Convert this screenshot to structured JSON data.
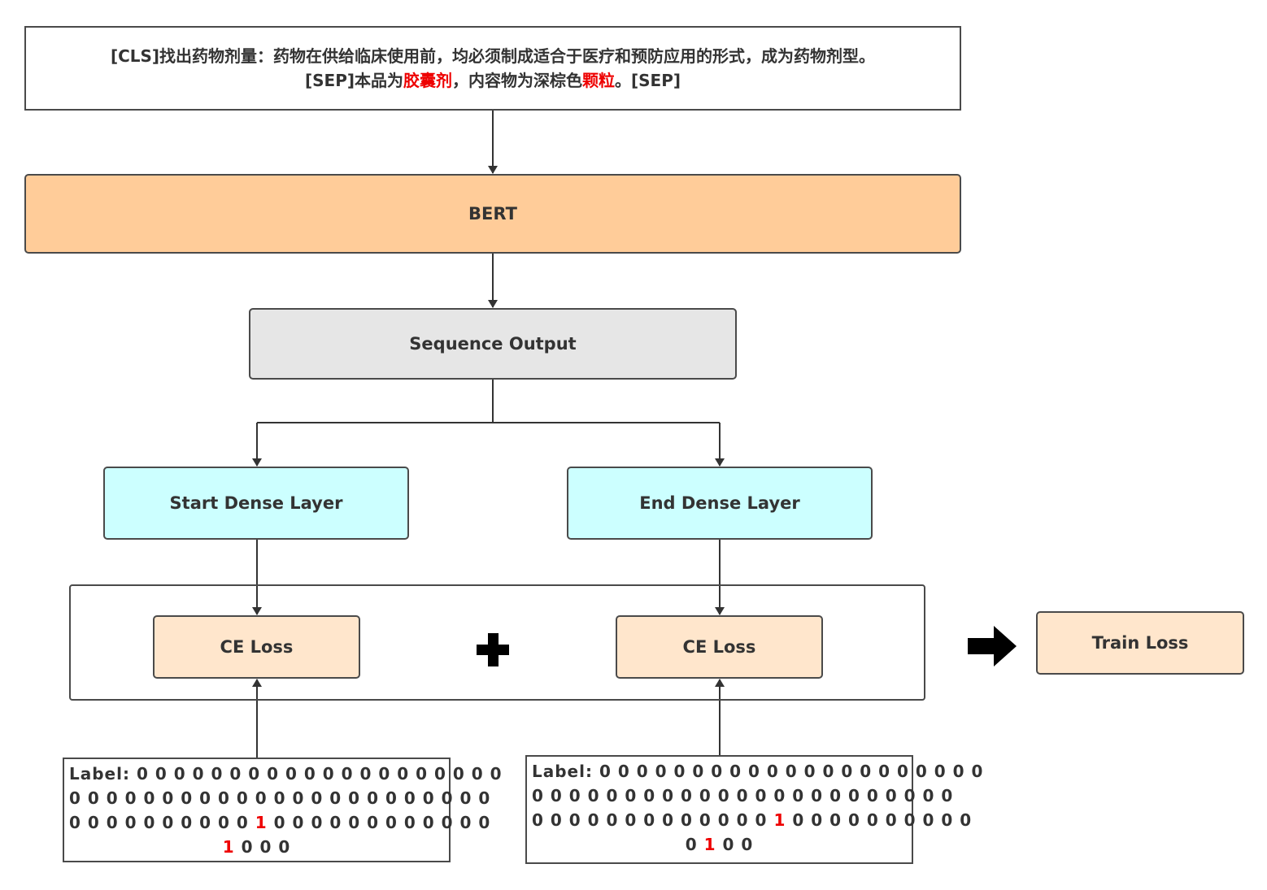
{
  "input": {
    "line1": "[CLS]找出药物剂量：药物在供给临床使用前，均必须制成适合于医疗和预防应用的形式，成为药物剂型。",
    "line2_a": "[SEP]本品为",
    "line2_hl1": "胶囊剂",
    "line2_b": "，内容物为深棕色",
    "line2_hl2": "颗粒",
    "line2_c": "。[SEP]"
  },
  "nodes": {
    "bert": "BERT",
    "sequence_output": "Sequence Output",
    "start_dense": "Start Dense Layer",
    "end_dense": "End Dense Layer",
    "ce_loss_left": "CE Loss",
    "ce_loss_right": "CE Loss",
    "train_loss": "Train Loss"
  },
  "label_left": {
    "prefix": "Label:",
    "line1": " 0 0 0 0 0 0 0 0 0 0 0 0 0 0 0 0 0 0 0 0",
    "line2": "0 0 0 0 0 0 0 0 0 0 0 0 0 0 0 0 0 0 0 0 0 0 0",
    "line3_a": "0 0 0 0 0 0 0 0 0 0 ",
    "line3_hl": "1",
    "line3_b": " 0 0 0 0 0 0 0 0 0 0 0 0",
    "line4_hl": "1",
    "line4_b": " 0 0 0"
  },
  "label_right": {
    "prefix": "Label:",
    "line1": " 0 0 0 0 0 0 0 0 0 0 0 0 0 0 0 0 0 0 0 0 0",
    "line2": "0 0 0 0 0 0 0 0 0 0 0 0 0 0 0 0 0 0 0 0 0 0 0",
    "line3_a": "0 0 0 0 0 0 0 0 0 0 0 0 0 ",
    "line3_hl": "1",
    "line3_b": " 0 0 0 0 0 0 0 0 0 0",
    "line4_a": "0 ",
    "line4_hl": "1",
    "line4_b": " 0 0"
  },
  "colors": {
    "bert_fill": "#ffcc99",
    "sequence_fill": "#e6e6e6",
    "dense_fill": "#ccffff",
    "loss_fill": "#ffe6cc",
    "highlight": "#ee0000",
    "stroke": "#4a4a4a"
  },
  "icons": {
    "plus": "plus-icon",
    "arrow": "right-arrow-icon"
  }
}
